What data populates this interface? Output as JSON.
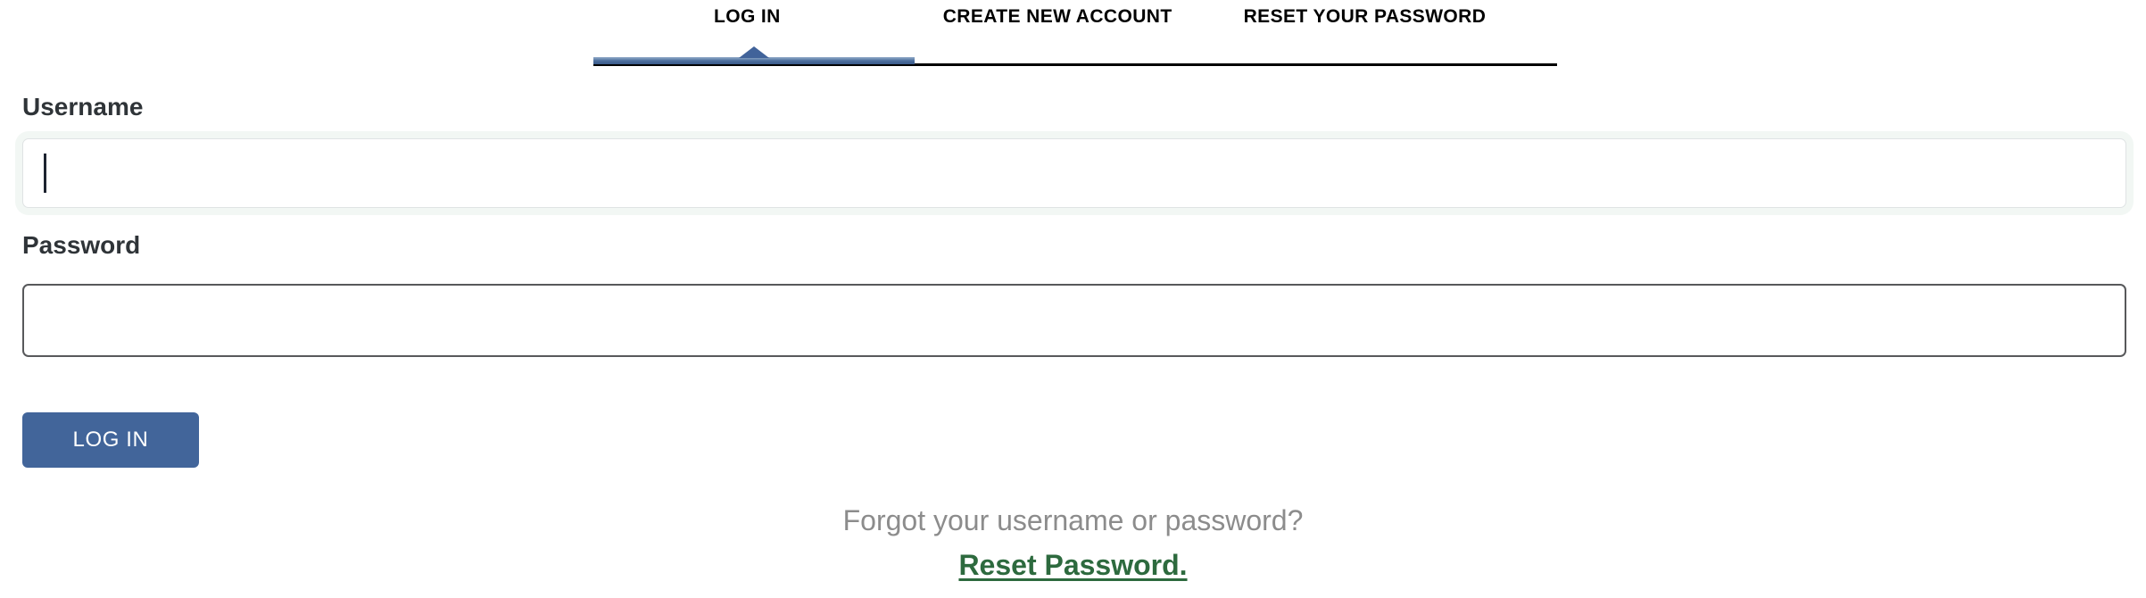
{
  "tabs": [
    {
      "id": "log-in",
      "label": "LOG IN",
      "active": true
    },
    {
      "id": "create-new-account",
      "label": "CREATE NEW ACCOUNT",
      "active": false
    },
    {
      "id": "reset-your-password",
      "label": "RESET YOUR PASSWORD",
      "active": false
    }
  ],
  "form": {
    "username": {
      "label": "Username",
      "value": "",
      "placeholder": "",
      "focused": true
    },
    "password": {
      "label": "Password",
      "value": "",
      "placeholder": "",
      "focused": false
    },
    "submit_label": "LOG IN"
  },
  "footer": {
    "prompt": "Forgot your username or password?",
    "link_label": "Reset Password."
  },
  "colors": {
    "accent_blue": "#42659a",
    "active_tab_bar": "#4d6f9e",
    "tab_rule": "#000000",
    "label_text": "#2f3438",
    "footer_prompt": "#8c8c8c",
    "footer_link_green": "#2d6a3e",
    "input_border": "#58595b",
    "input_focus_ring": "#f2f7f4",
    "page_background": "#ffffff"
  }
}
